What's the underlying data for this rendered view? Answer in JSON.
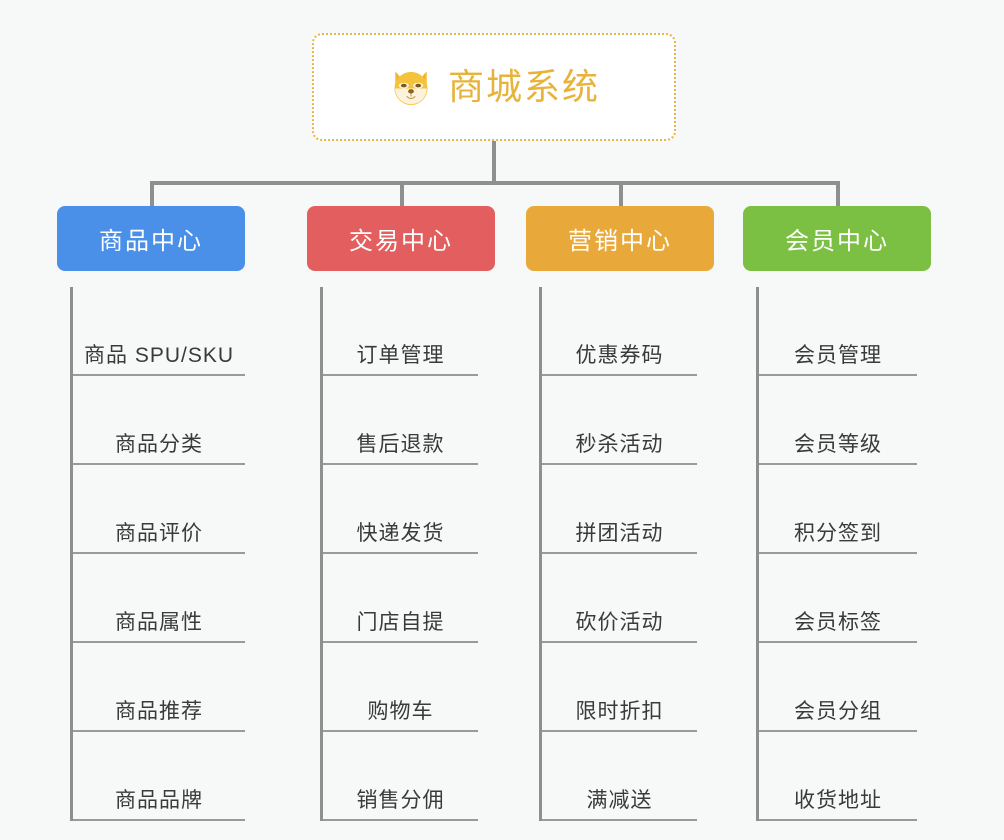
{
  "background_color": "#f7f8f8",
  "root": {
    "title": "商城系统",
    "icon": "shiba-fox-face-icon",
    "title_color": "#e8b33a",
    "border_color": "#e9b44c",
    "background_color": "#ffffff"
  },
  "connector_color": "#8f8f8f",
  "columns": [
    {
      "category": "商品中心",
      "color": "#4a90e8",
      "items": [
        "商品 SPU/SKU",
        "商品分类",
        "商品评价",
        "商品属性",
        "商品推荐",
        "商品品牌"
      ]
    },
    {
      "category": "交易中心",
      "color": "#e35e5e",
      "items": [
        "订单管理",
        "售后退款",
        "快递发货",
        "门店自提",
        "购物车",
        "销售分佣"
      ]
    },
    {
      "category": "营销中心",
      "color": "#e8a93a",
      "items": [
        "优惠券码",
        "秒杀活动",
        "拼团活动",
        "砍价活动",
        "限时折扣",
        "满减送"
      ]
    },
    {
      "category": "会员中心",
      "color": "#7cc043",
      "items": [
        "会员管理",
        "会员等级",
        "积分签到",
        "会员标签",
        "会员分组",
        "收货地址"
      ]
    }
  ]
}
